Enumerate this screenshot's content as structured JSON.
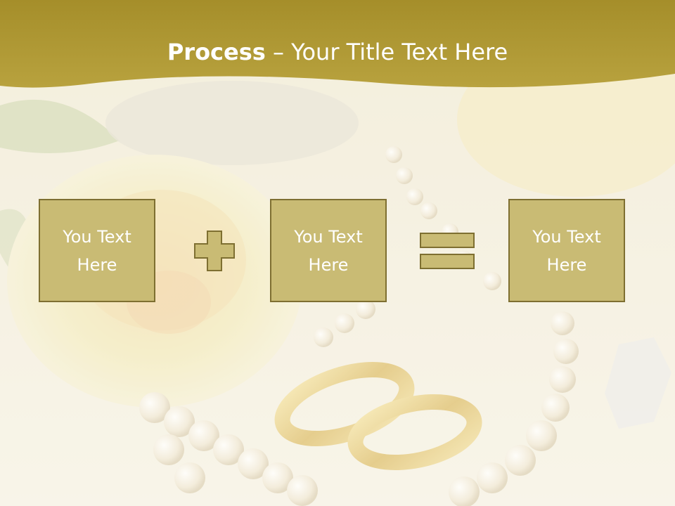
{
  "slide": {
    "title_bold": "Process",
    "title_separator": " – ",
    "title_rest": "Your Title Text Here"
  },
  "process": {
    "boxes": [
      {
        "label": "You Text\nHere"
      },
      {
        "label": "You Text\nHere"
      },
      {
        "label": "You Text\nHere"
      }
    ],
    "operators": [
      "plus-icon",
      "equals-icon"
    ]
  },
  "colors": {
    "title_band": "#b39c36",
    "box_fill": "#c9bb74",
    "box_border": "#7e6f31",
    "text": "#ffffff",
    "background": "#f4efe0"
  }
}
